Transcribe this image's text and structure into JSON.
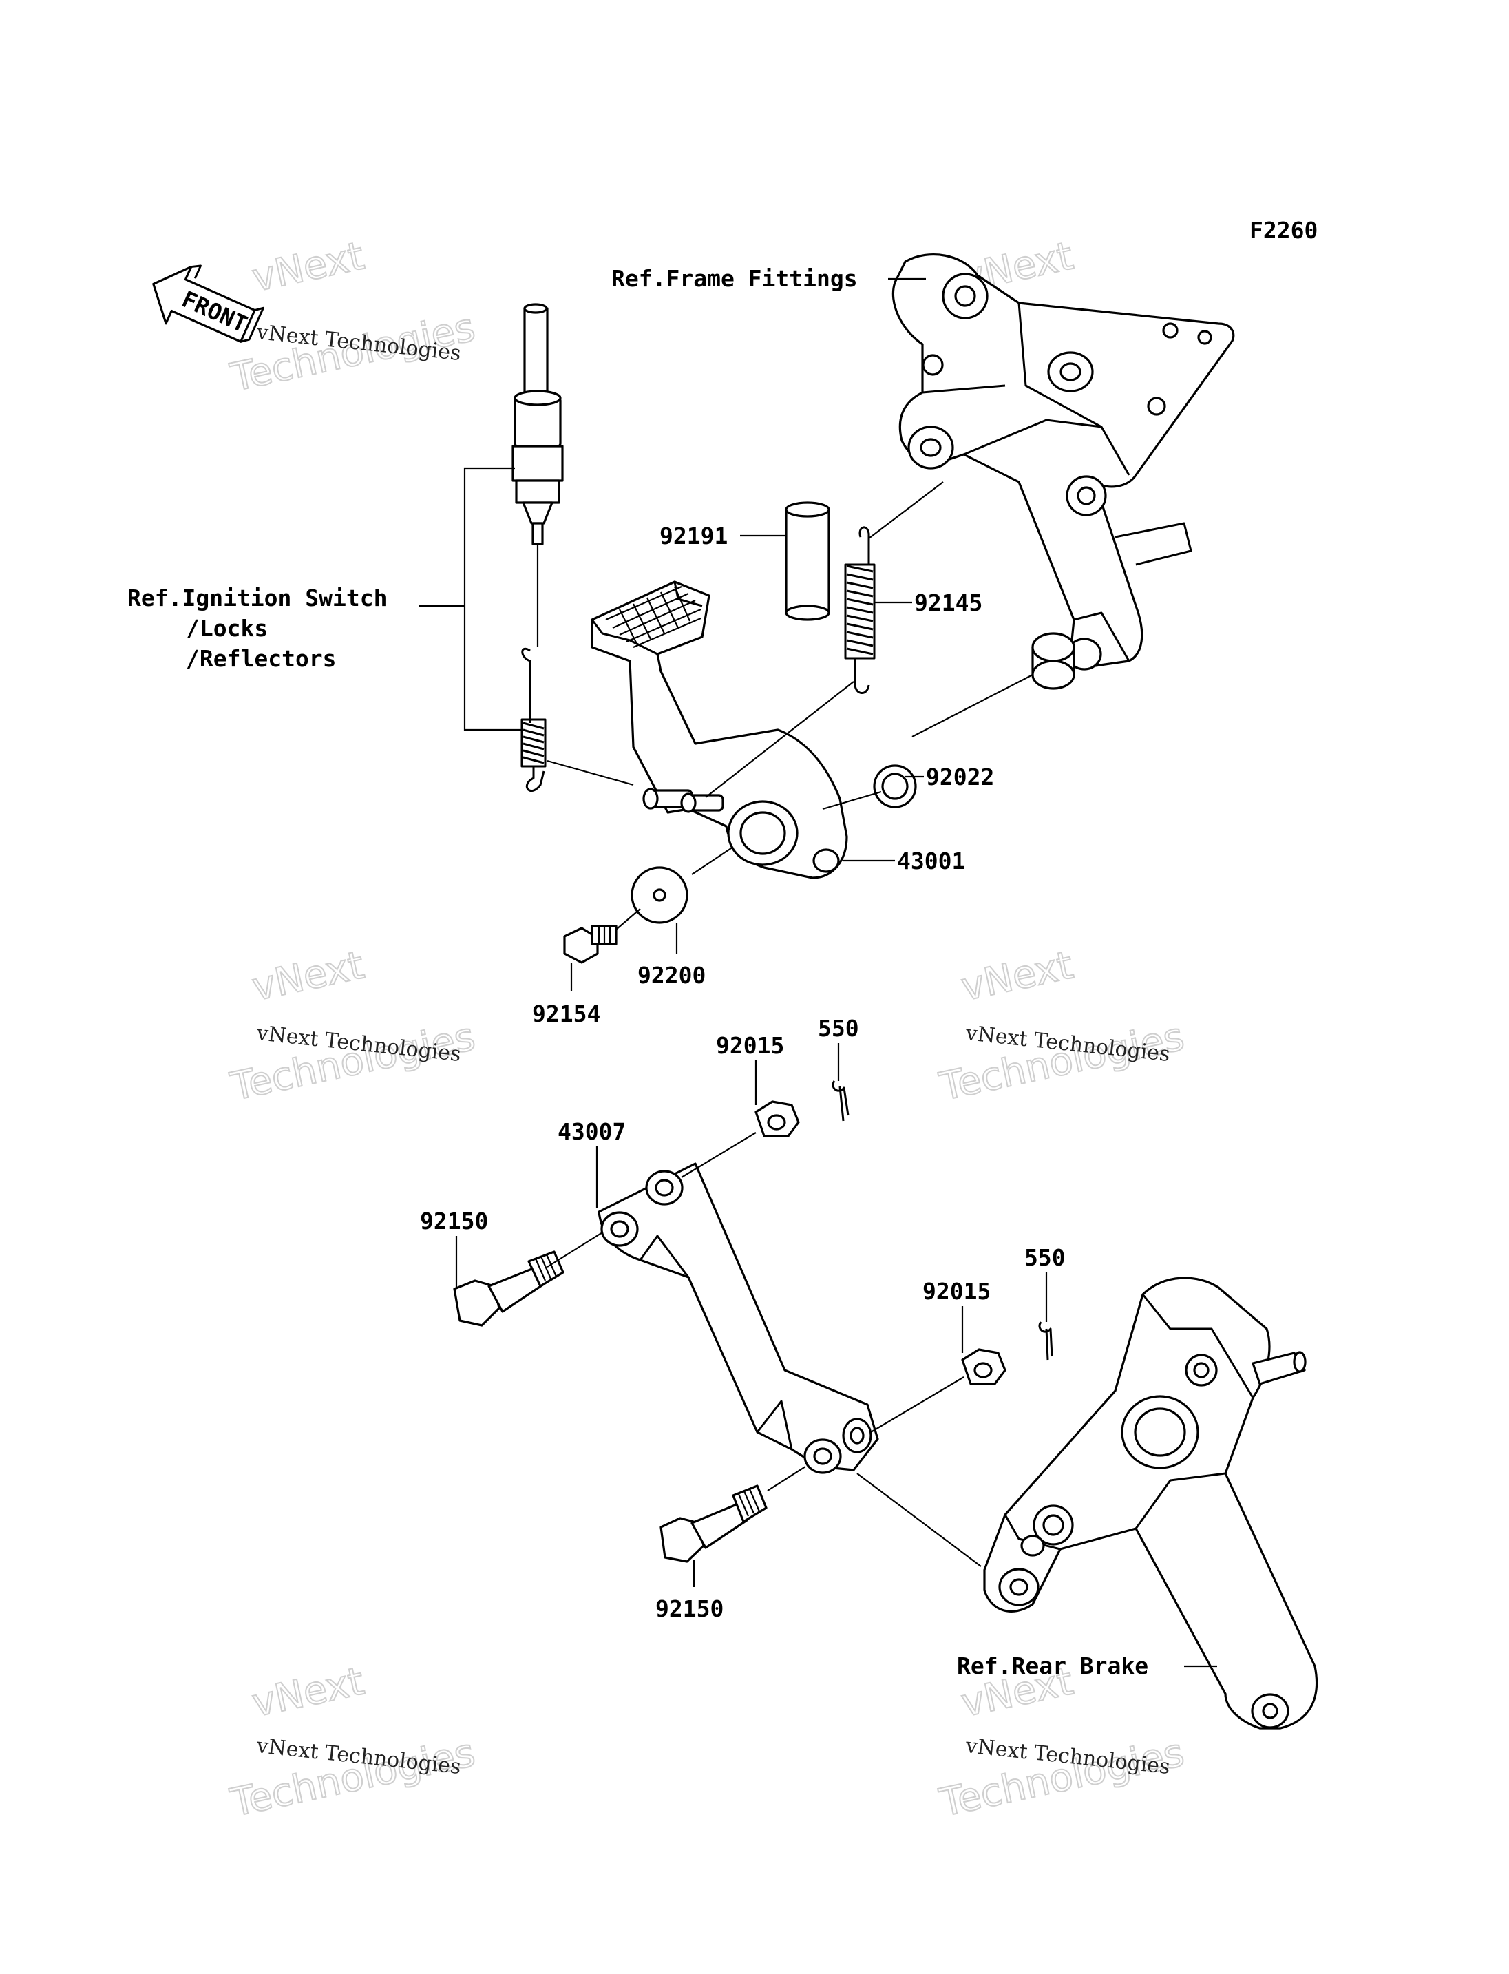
{
  "diagram_code": "F2260",
  "front_label": "FRONT",
  "refs": {
    "frame_fittings": "Ref.Frame Fittings",
    "ignition_line1": "Ref.Ignition Switch",
    "ignition_line2": "/Locks",
    "ignition_line3": "/Reflectors",
    "rear_brake": "Ref.Rear Brake"
  },
  "parts": {
    "p92191": "92191",
    "p92145": "92145",
    "p92022": "92022",
    "p43001": "43001",
    "p92200": "92200",
    "p92154": "92154",
    "p92015_top": "92015",
    "p550_top": "550",
    "p43007": "43007",
    "p92150_top": "92150",
    "p92015_bottom": "92015",
    "p550_bottom": "550",
    "p92150_bottom": "92150"
  },
  "watermark": {
    "line1": "vNext",
    "line2": "vNext Technologies",
    "line3": "Technologies"
  }
}
